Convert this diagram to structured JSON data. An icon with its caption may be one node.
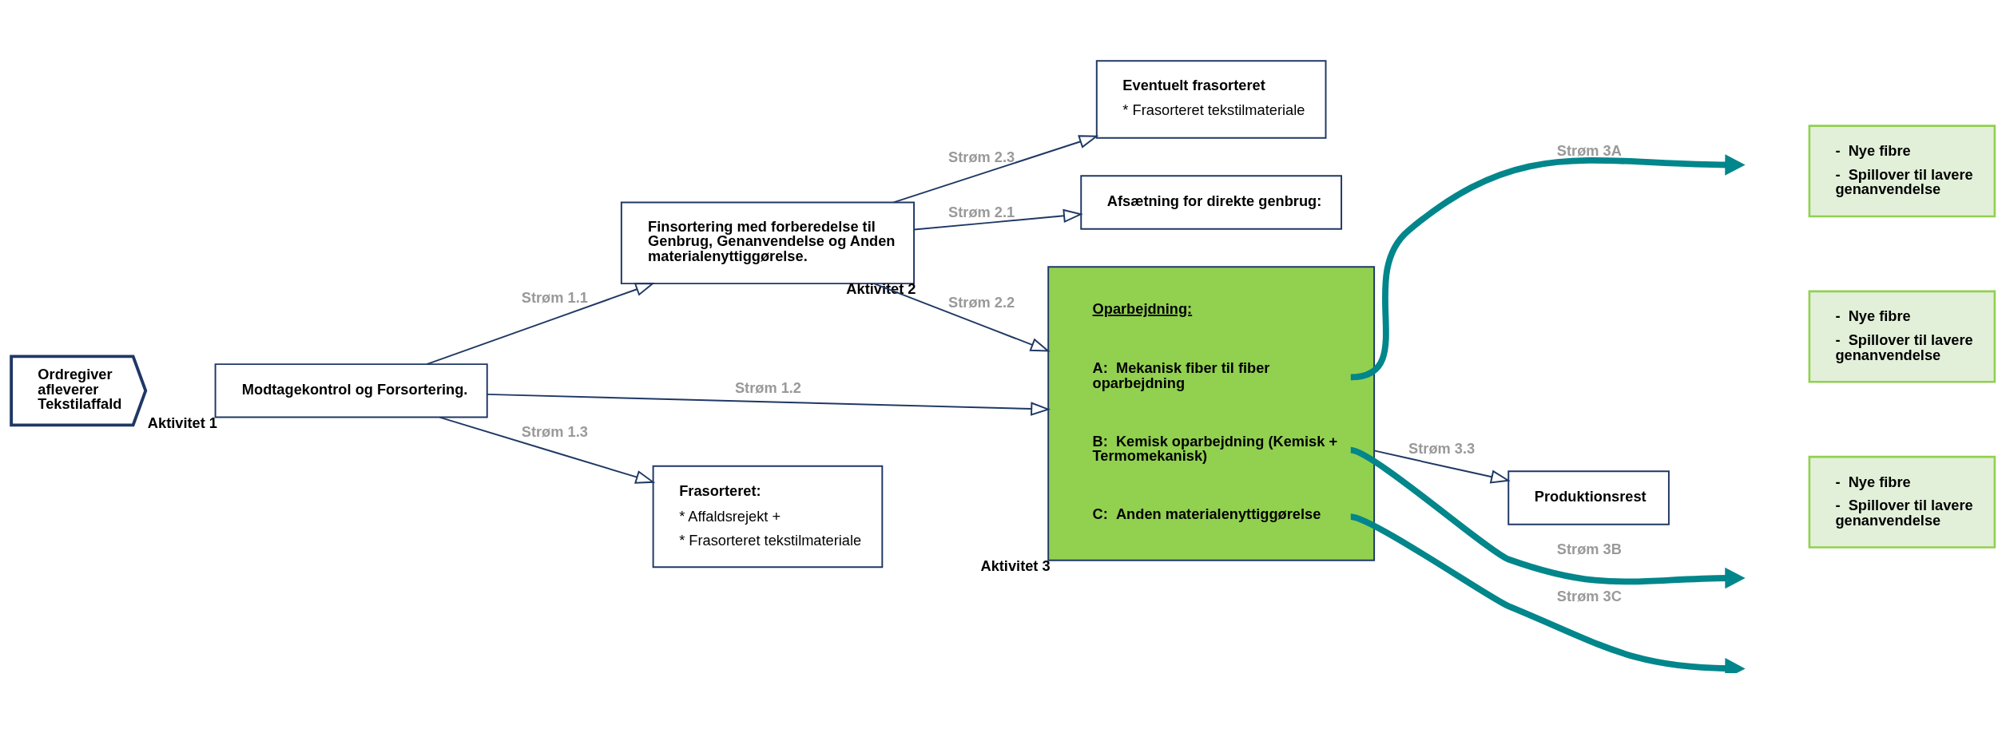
{
  "diagram": {
    "nodes": [
      {
        "text": [
          "Ordregiver afleverer Tekstilaffald"
        ]
      },
      {
        "text": [
          "Modtagekontrol og Forsortering."
        ],
        "beside": [
          "Aktivitet 1"
        ]
      },
      {
        "text": [
          "Finsortering med forberedelse til Genbrug, Genanvendelse og Anden materialenyttiggørelse."
        ],
        "beside": [
          "Aktivitet 2"
        ]
      },
      {
        "text": [
          "Afsætning for direkte genbrug:"
        ]
      },
      {
        "text": [
          "Oparbejdning:",
          "A:  Mekanisk fiber til fiber oparbejdning",
          "B:  Kemisk oparbejdning (Kemisk + Termomekanisk)",
          "C:  Anden materialenyttiggørelse"
        ],
        "beside": [
          "Aktivitet 3"
        ]
      },
      {
        "text": [
          "-  Nye fibre",
          "-  Spillover til lavere genanvendelse"
        ]
      },
      {
        "text": [
          "-  Nye fibre",
          "-  Spillover til lavere genanvendelse"
        ]
      },
      {
        "text": [
          "-  Nye fibre",
          "-  Spillover til lavere genanvendelse"
        ]
      },
      {
        "text": [
          "Frasorteret:",
          "* Affaldsrejekt +",
          "* Frasorteret tekstilmateriale"
        ]
      },
      {
        "text": [
          "Eventuelt frasorteret",
          "* Frasorteret tekstilmateriale"
        ]
      },
      {
        "text": [
          "Produktionsrest"
        ]
      }
    ],
    "edges": [
      {
        "from": 1,
        "to": 2,
        "arrow": "to",
        "label": "Strøm 1.1"
      },
      {
        "from": 2,
        "to": 3,
        "arrow": "to",
        "label": "Strøm 2.1"
      },
      {
        "from": 2,
        "to": 4,
        "arrow": "to",
        "label": "Strøm 2.2"
      },
      {
        "from": 1,
        "to": 4,
        "arrow": "to",
        "label": "Strøm 1.2"
      },
      {
        "from": 1,
        "to": 8,
        "arrow": "to",
        "label": "Strøm 1.3"
      },
      {
        "from": 2,
        "to": 9,
        "arrow": "to",
        "label": "Strøm 2.3"
      },
      {
        "from": 4,
        "to": null,
        "arrow": "to",
        "label": "Strøm 3A",
        "style": "thick",
        "color": "#00868b"
      },
      {
        "from": 4,
        "to": null,
        "arrow": "to",
        "label": "Strøm 3B",
        "style": "thick",
        "color": "#00868b"
      },
      {
        "from": 4,
        "to": null,
        "arrow": "to",
        "label": "Strøm 3C",
        "style": "thick",
        "color": "#00868b"
      },
      {
        "from": 4,
        "to": 10,
        "arrow": "to",
        "label": "Strøm 3.3"
      }
    ]
  }
}
